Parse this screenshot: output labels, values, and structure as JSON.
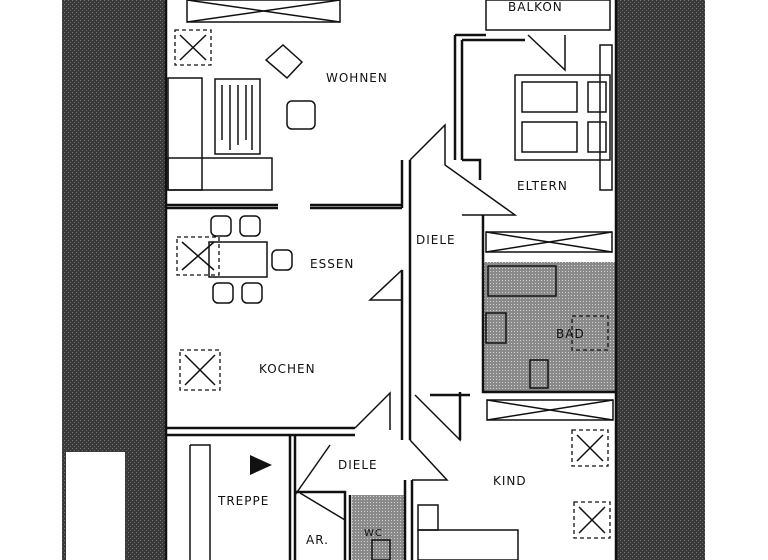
{
  "plan": {
    "rooms": {
      "balkon": "BALKON",
      "wohnen": "WOHNEN",
      "eltern": "ELTERN",
      "diele_upper": "DIELE",
      "essen": "ESSEN",
      "kochen": "KOCHEN",
      "bad": "BAD",
      "diele_lower": "DIELE",
      "kind": "KIND",
      "treppe": "TREPPE",
      "abstellraum": "AR.",
      "wc": "WC"
    },
    "colors": {
      "ink": "#111111",
      "shading": "#6e6e6e",
      "background": "#ffffff"
    }
  }
}
